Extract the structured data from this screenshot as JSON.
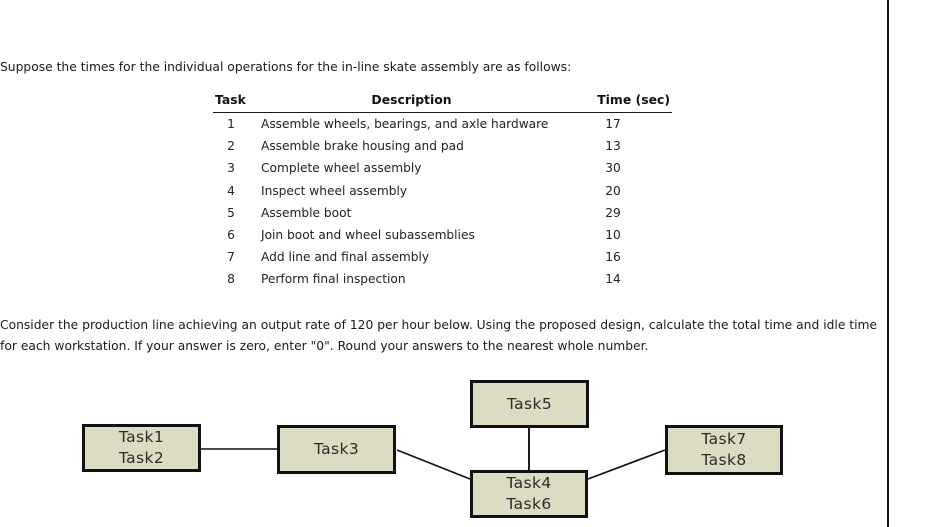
{
  "intro": {
    "text": "Suppose the times for the individual operations for the in-line skate assembly are as follows:"
  },
  "table": {
    "headers": {
      "task": "Task",
      "description": "Description",
      "time": "Time (sec)"
    },
    "rows": [
      {
        "task": "1",
        "description": "Assemble wheels, bearings, and axle hardware",
        "time": "17"
      },
      {
        "task": "2",
        "description": "Assemble brake housing and pad",
        "time": "13"
      },
      {
        "task": "3",
        "description": "Complete wheel assembly",
        "time": "30"
      },
      {
        "task": "4",
        "description": "Inspect wheel assembly",
        "time": "20"
      },
      {
        "task": "5",
        "description": "Assemble boot",
        "time": "29"
      },
      {
        "task": "6",
        "description": "Join boot and wheel subassemblies",
        "time": "10"
      },
      {
        "task": "7",
        "description": "Add line and final assembly",
        "time": "16"
      },
      {
        "task": "8",
        "description": "Perform final inspection",
        "time": "14"
      }
    ]
  },
  "question": {
    "text": "Consider the production line achieving an output rate of 120 per hour below. Using the proposed design, calculate the total time and idle time for each workstation. If your answer is zero, enter \"0\". Round your answers to the nearest whole number."
  },
  "diagram": {
    "fill_color": "#dcdcc4",
    "border_color": "#111114",
    "nodes": [
      {
        "id": "t12",
        "lines": [
          "Task1",
          "Task2"
        ]
      },
      {
        "id": "t3",
        "lines": [
          "Task3"
        ]
      },
      {
        "id": "t5",
        "lines": [
          "Task5"
        ]
      },
      {
        "id": "t46",
        "lines": [
          "Task4",
          "Task6"
        ]
      },
      {
        "id": "t78",
        "lines": [
          "Task7",
          "Task8"
        ]
      }
    ]
  }
}
